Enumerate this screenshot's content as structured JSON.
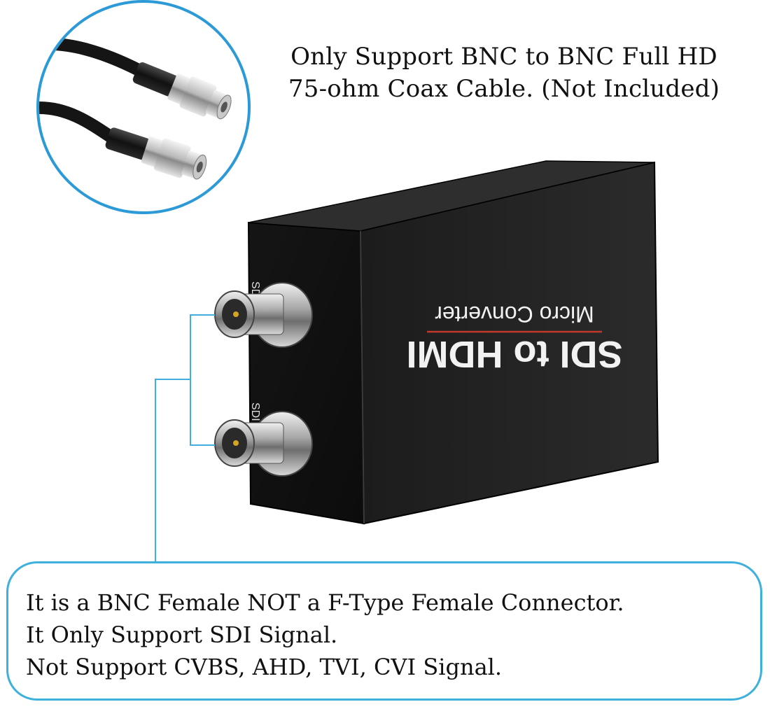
{
  "header_caption": {
    "line1": "Only Support BNC to BNC Full HD",
    "line2": "75-ohm Coax Cable. (Not Included)"
  },
  "device": {
    "title_main": "SDI to HDMI",
    "title_sub": "Micro Converter",
    "port_top_label": "SDI",
    "port_bottom_label": "SDI"
  },
  "callout": {
    "line1": "It is a BNC Female NOT a F-Type Female Connector.",
    "line2": "It Only Support SDI Signal.",
    "line3": "Not Support CVBS, AHD, TVI, CVI Signal."
  },
  "colors": {
    "accent_blue": "#3eb0dc",
    "circle_blue": "#2c9ad6",
    "device_black": "#141414",
    "label_red": "#c0392b"
  }
}
